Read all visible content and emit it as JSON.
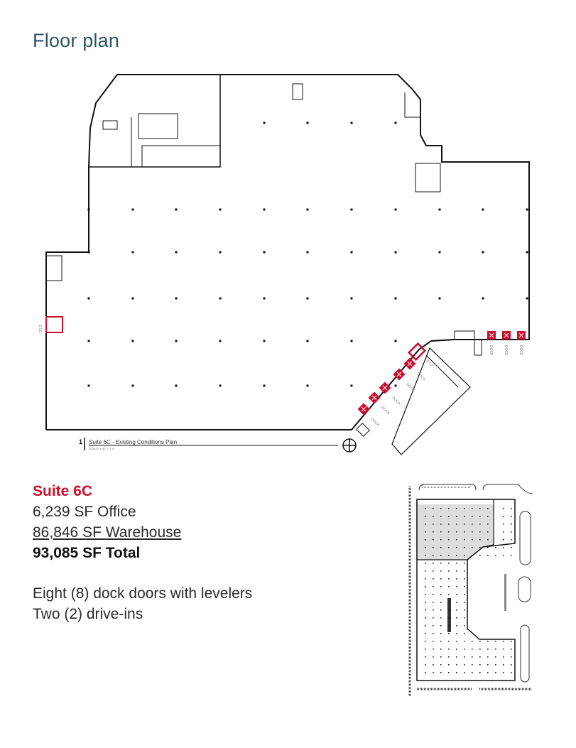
{
  "page": {
    "title": "Floor plan"
  },
  "plan": {
    "number": "1",
    "caption": "Suite 6C - Existing Conditions Plan",
    "scale": "SCALE: 1/32\" = 1'-0\"",
    "dock_label": "DOCK",
    "drive_in_label": "D.I.D",
    "highlight_color": "#c8102e"
  },
  "suite": {
    "name": "Suite 6C",
    "office": "6,239 SF Office",
    "warehouse": "86,846 SF Warehouse",
    "total": "93,085 SF Total",
    "features": [
      "Eight (8) dock doors with levelers",
      "Two (2) drive-ins"
    ]
  }
}
